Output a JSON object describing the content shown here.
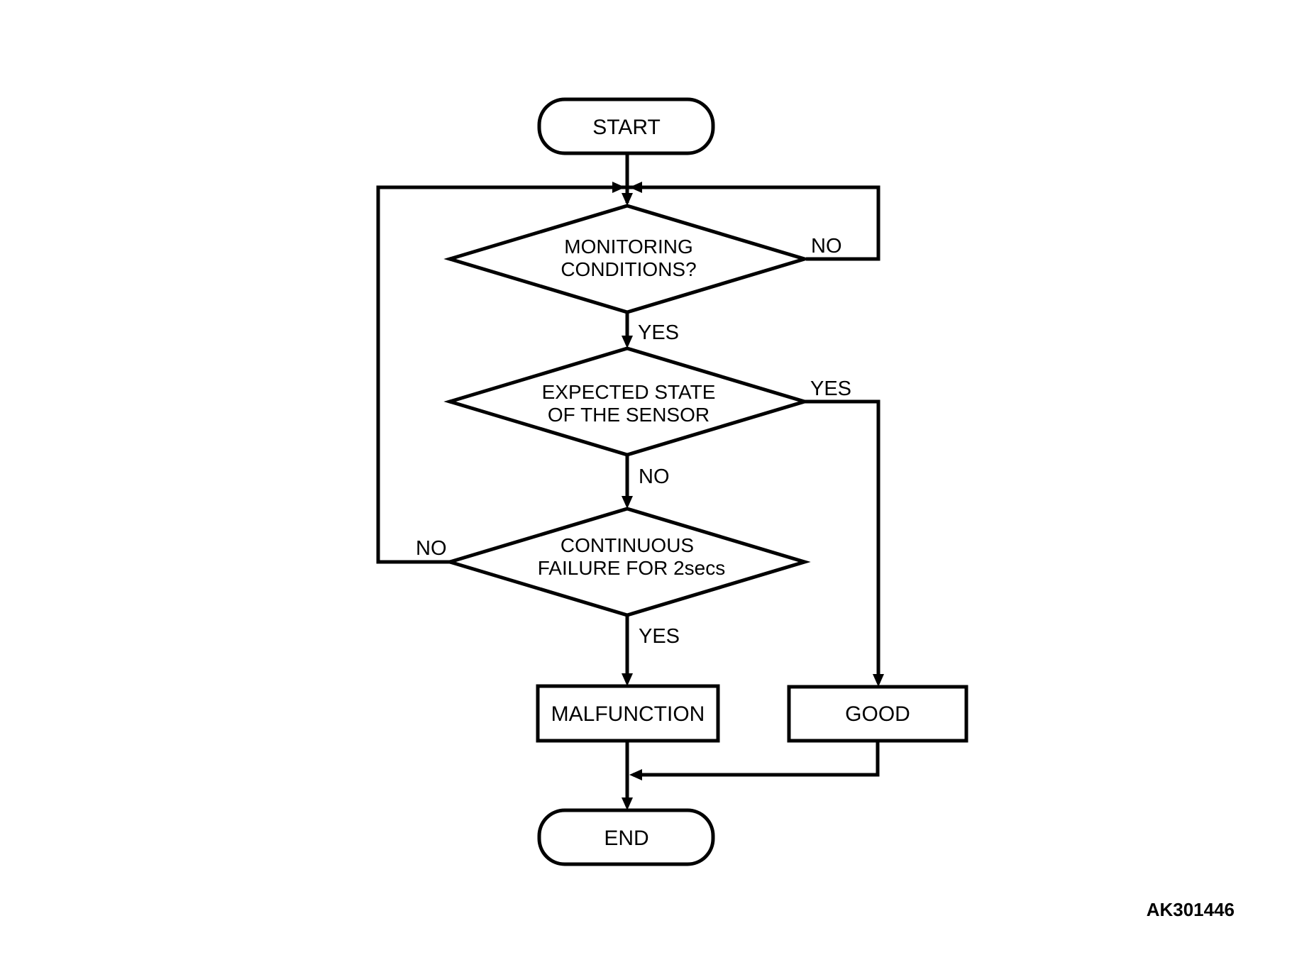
{
  "nodes": {
    "start": {
      "label": "START"
    },
    "monitoring": {
      "line1": "MONITORING",
      "line2": "CONDITIONS?"
    },
    "expected": {
      "line1": "EXPECTED STATE",
      "line2": "OF THE SENSOR"
    },
    "continuous": {
      "line1": "CONTINUOUS",
      "line2": "FAILURE FOR 2secs"
    },
    "malfunction": {
      "label": "MALFUNCTION"
    },
    "good": {
      "label": "GOOD"
    },
    "end": {
      "label": "END"
    }
  },
  "edge_labels": {
    "monitoring_no": "NO",
    "monitoring_yes": "YES",
    "expected_yes": "YES",
    "expected_no": "NO",
    "continuous_no": "NO",
    "continuous_yes": "YES"
  },
  "figure_id": "AK301446",
  "colors": {
    "line": "#000000",
    "background": "#ffffff"
  }
}
